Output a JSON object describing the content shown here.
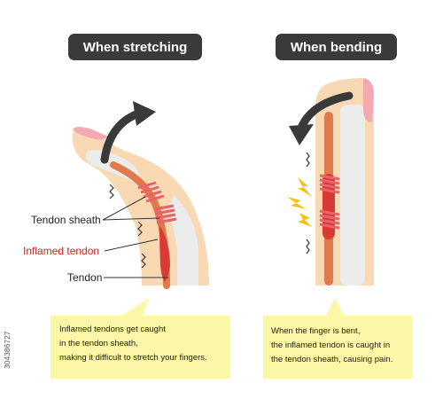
{
  "headings": {
    "stretching": "When stretching",
    "bending": "When bending"
  },
  "labels": {
    "tendon_sheath": "Tendon sheath",
    "inflamed_tendon": "Inflamed tendon",
    "tendon": "Tendon"
  },
  "callouts": {
    "stretching": [
      "Inflamed tendons get caught",
      "in the tendon sheath,",
      "making it difficult to stretch your fingers."
    ],
    "bending": [
      "When the finger is bent,",
      "the inflamed tendon is caught in",
      "the tendon sheath, causing pain."
    ]
  },
  "stock_id": "304386727",
  "colors": {
    "skin": "#f8d9b4",
    "bone": "#ececec",
    "tendon": "#e07a4a",
    "inflamed": "#d93a33",
    "sheath": "#e8626e",
    "nail": "#f2aab0",
    "heading_bg": "#3a3a3a",
    "callout_bg": "#fbf7a6",
    "pain_spark": "#f5c211",
    "label_red": "#d62020"
  },
  "icons": [
    "curved-arrow-icon",
    "lightning-icon"
  ]
}
